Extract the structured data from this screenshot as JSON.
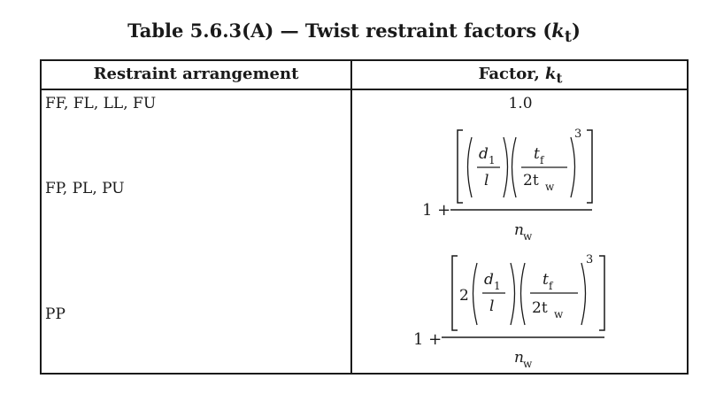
{
  "title": {
    "prefix": "Table 5.6.3(A) — Twist restraint factors (",
    "symbol": "k",
    "sub": "t",
    "suffix": ")"
  },
  "header": {
    "col1": "Restraint arrangement",
    "col2_prefix": "Factor, ",
    "col2_symbol": "k",
    "col2_sub": "t"
  },
  "rows": [
    {
      "arrangement": "FF, FL, LL, FU",
      "factor": "1.0"
    },
    {
      "arrangement": "FP, PL, PU",
      "factor": ""
    },
    {
      "arrangement": "PP",
      "factor": ""
    }
  ],
  "formula1": {
    "lead": "1 +",
    "d": "d",
    "d_sub": "1",
    "l": "l",
    "t": "t",
    "t_sub": "f",
    "two_t": "2t",
    "two_t_sub": "w",
    "exp": "3",
    "n": "n",
    "n_sub": "w"
  },
  "formula2": {
    "lead": "1 +",
    "coef": "2",
    "d": "d",
    "d_sub": "1",
    "l": "l",
    "t": "t",
    "t_sub": "f",
    "two_t": "2t",
    "two_t_sub": "w",
    "exp": "3",
    "n": "n",
    "n_sub": "w"
  }
}
